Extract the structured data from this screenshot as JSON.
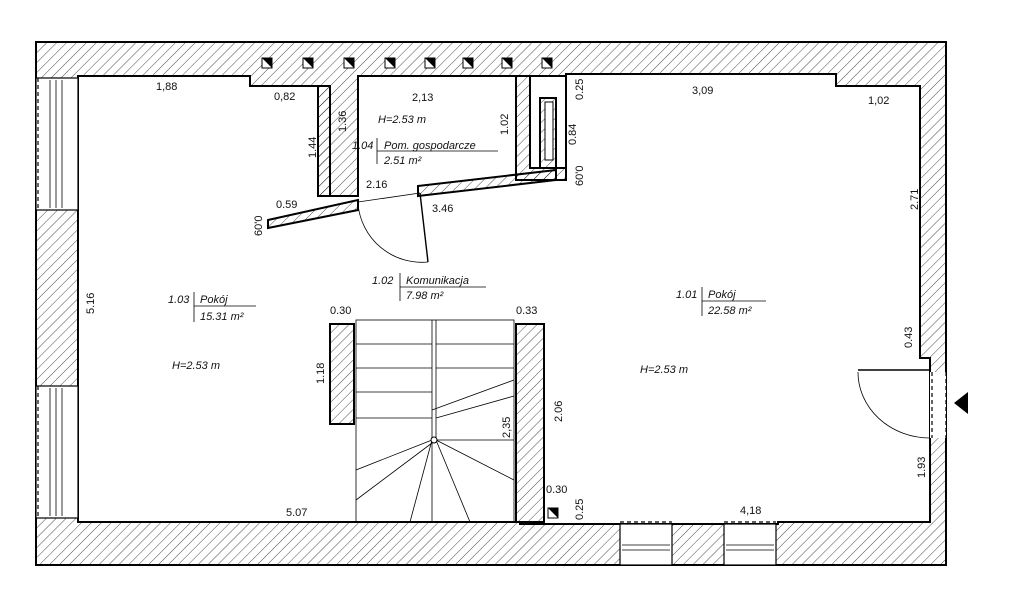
{
  "rooms": {
    "r104": {
      "num": "1.04",
      "name": "Pom. gospodarcze",
      "area": "2.51 m²",
      "height": "H=2.53 m"
    },
    "r103": {
      "num": "1.03",
      "name": "Pokój",
      "area": "15.31 m²",
      "height": "H=2.53 m"
    },
    "r102": {
      "num": "1.02",
      "name": "Komunikacja",
      "area": "7.98 m²"
    },
    "r101": {
      "num": "1.01",
      "name": "Pokój",
      "area": "22.58 m²",
      "height": "H=2.53 m"
    }
  },
  "dims": {
    "d_188": "1,88",
    "d_082": "0,82",
    "d_213": "2,13",
    "d_025a": "0.25",
    "d_309": "3,09",
    "d_102a": "1,02",
    "d_136": "1.36",
    "d_102b": "1.02",
    "d_144": "1.44",
    "d_084": "0.84",
    "d_060a": "60'0",
    "d_216": "2.16",
    "d_059": "0.59",
    "d_346": "3.46",
    "d_060b": "60'0",
    "d_271": "2.71",
    "d_516": "5.16",
    "d_030a": "0.30",
    "d_033": "0.33",
    "d_043": "0.43",
    "d_118": "1.18",
    "d_206": "2.06",
    "d_235": "2,35",
    "d_193": "1.93",
    "d_030b": "0.30",
    "d_025b": "0.25",
    "d_507": "5.07",
    "d_418": "4,18"
  },
  "colors": {
    "line": "#000000",
    "background": "#ffffff"
  }
}
